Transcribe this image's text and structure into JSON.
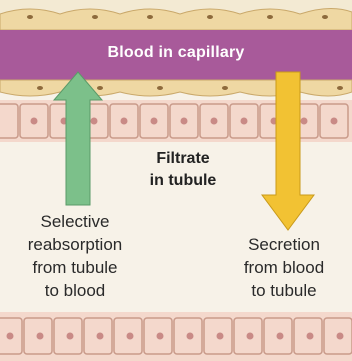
{
  "labels": {
    "capillary": "Blood in capillary",
    "filtrate": [
      "Filtrate",
      "in tubule"
    ],
    "reabsorption": [
      "Selective",
      "reabsorption",
      "from tubule",
      "to blood"
    ],
    "secretion": [
      "Secretion",
      "from blood",
      "to tubule"
    ]
  },
  "colors": {
    "capillary_band": "#a85a9a",
    "capillary_wall": "#f0d9a4",
    "tubule_cells": "#f4d8cc",
    "cell_nucleus": "#c98a86",
    "reabsorption_arrow": "#7cc08a",
    "secretion_arrow": "#f2c233",
    "lumen": "#f7f2e8"
  }
}
